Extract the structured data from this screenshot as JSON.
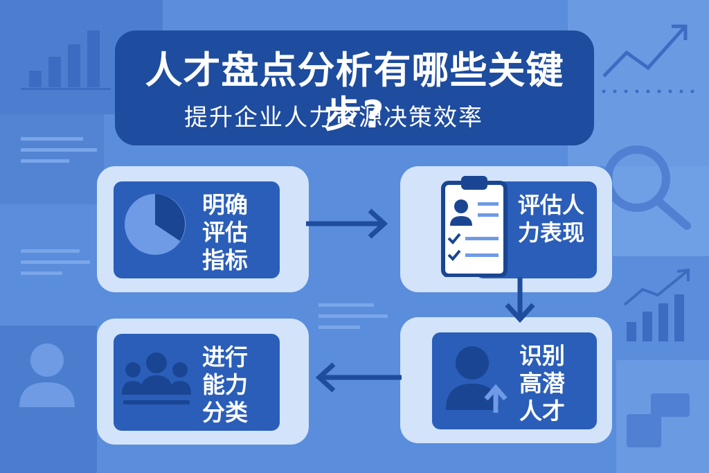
{
  "title": "人才盘点分析有哪些关键步?",
  "subtitle": "提升企业人力资源决策效率",
  "steps": [
    {
      "label_lines": [
        "明确",
        "评估",
        "指标"
      ],
      "icon": "pie-chart-icon"
    },
    {
      "label_lines": [
        "评估人",
        "力表现"
      ],
      "icon": "clipboard-checklist-icon"
    },
    {
      "label_lines": [
        "识别",
        "高潜",
        "人才"
      ],
      "icon": "person-growth-icon"
    },
    {
      "label_lines": [
        "进行",
        "能力",
        "分类"
      ],
      "icon": "team-icon"
    }
  ],
  "colors": {
    "background": "#5a8ddb",
    "banner": "#1e4c9e",
    "card_outer": "#d2e3fa",
    "card_inner": "#2a5eb8",
    "arrow": "#1e4c9e",
    "icon_light": "#6e9ae6",
    "icon_dark": "#1a4592"
  }
}
